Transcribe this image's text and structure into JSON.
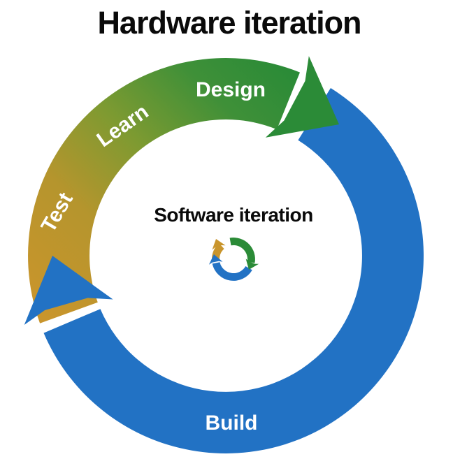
{
  "title": "Hardware iteration",
  "center": {
    "label": "Software iteration",
    "icon": "iteration-cycle-icon"
  },
  "stages": {
    "design": "Design",
    "learn": "Learn",
    "test": "Test",
    "build": "Build"
  },
  "colors": {
    "background": "#ffffff",
    "title_text": "#0a0a0a",
    "stage_text": "#ffffff",
    "blue": "#2272c4",
    "green": "#2b8b37",
    "green_mid": "#3f9038",
    "olive": "#7d9a31",
    "gold_mid": "#b5952d",
    "gold": "#c9952c"
  }
}
